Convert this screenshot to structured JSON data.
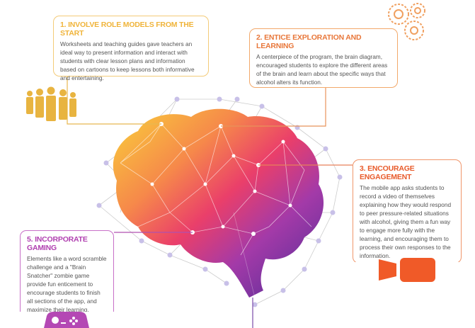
{
  "sections": [
    {
      "title": "1.  INVOLVE ROLE MODELS FROM THE START",
      "body": "Worksheets and teaching guides gave teachers an ideal way to present information and interact with students with clear lesson plans and information based on cartoons to keep lessons both informative and entertaining."
    },
    {
      "title": "2. ENTICE EXPLORATION AND LEARNING",
      "body": "A centerpiece of the program, the brain diagram, encouraged students to explore the different areas of the brain and learn about the specific ways that alcohol alters its function."
    },
    {
      "title": "3. ENCOURAGE ENGAGEMENT",
      "body": "The mobile app asks students to record a video of themselves explaining how they would respond to peer pressure-related situations with alcohol, giving them a fun way to engage more fully with the learning, and encouraging them to process their own responses to the information."
    },
    {
      "title": "5. INCORPORATE GAMING",
      "body": "Elements like a word scramble challenge and a \"Brain Snatcher\" zombie game provide fun enticement to encourage students to finish all sections of the app, and maximize their learning."
    }
  ],
  "colors": {
    "gold": "#f0b43a",
    "orange": "#e8773a",
    "red_orange": "#e85a2a",
    "purple": "#b040b0",
    "node": "#c8c0e8"
  },
  "icons": [
    "people-icon",
    "gears-icon",
    "video-camera-icon",
    "gamepad-icon"
  ]
}
